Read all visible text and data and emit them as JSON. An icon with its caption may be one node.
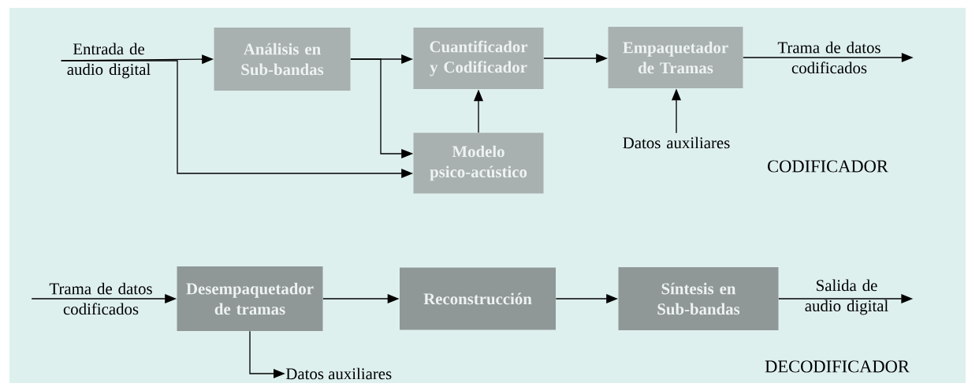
{
  "diagram": {
    "nodes": [
      {
        "text": [
          "Entrada de audio digital"
        ]
      },
      {
        "text": [
          "Análisis en Sub-bandas"
        ]
      },
      {
        "text": [
          "Cuantificador y Codificador"
        ]
      },
      {
        "text": [
          "Empaquetador de Tramas"
        ]
      },
      {
        "text": [
          "Trama de datos codificados"
        ]
      },
      {
        "text": [
          "Modelo psico-acústico"
        ]
      },
      {
        "text": [
          "Datos auxiliares"
        ]
      },
      {
        "text": [
          "Trama de datos codificados"
        ]
      },
      {
        "text": [
          "Desempaquetador de tramas"
        ]
      },
      {
        "text": [
          "Reconstrucción"
        ]
      },
      {
        "text": [
          "Síntesis en Sub-bandas"
        ]
      },
      {
        "text": [
          "Salida de audio digital"
        ]
      },
      {
        "text": [
          "Datos auxiliares"
        ]
      }
    ],
    "edges": [
      {
        "from": 0,
        "to": 1,
        "arrow": "to"
      },
      {
        "from": 1,
        "to": 2,
        "arrow": "to"
      },
      {
        "from": 1,
        "to": 5,
        "arrow": "to"
      },
      {
        "from": 0,
        "to": 5,
        "arrow": "to"
      },
      {
        "from": 5,
        "to": 2,
        "arrow": "to"
      },
      {
        "from": 2,
        "to": 3,
        "arrow": "to"
      },
      {
        "from": 3,
        "to": 4,
        "arrow": "to"
      },
      {
        "from": 6,
        "to": 3,
        "arrow": "to"
      },
      {
        "from": 7,
        "to": 8,
        "arrow": "to"
      },
      {
        "from": 8,
        "to": 9,
        "arrow": "to"
      },
      {
        "from": 9,
        "to": 10,
        "arrow": "to"
      },
      {
        "from": 10,
        "to": 11,
        "arrow": "to"
      },
      {
        "from": 8,
        "to": 12,
        "arrow": "to"
      }
    ],
    "labels": [
      "CODIFICADOR",
      "DECODIFICADOR"
    ]
  }
}
